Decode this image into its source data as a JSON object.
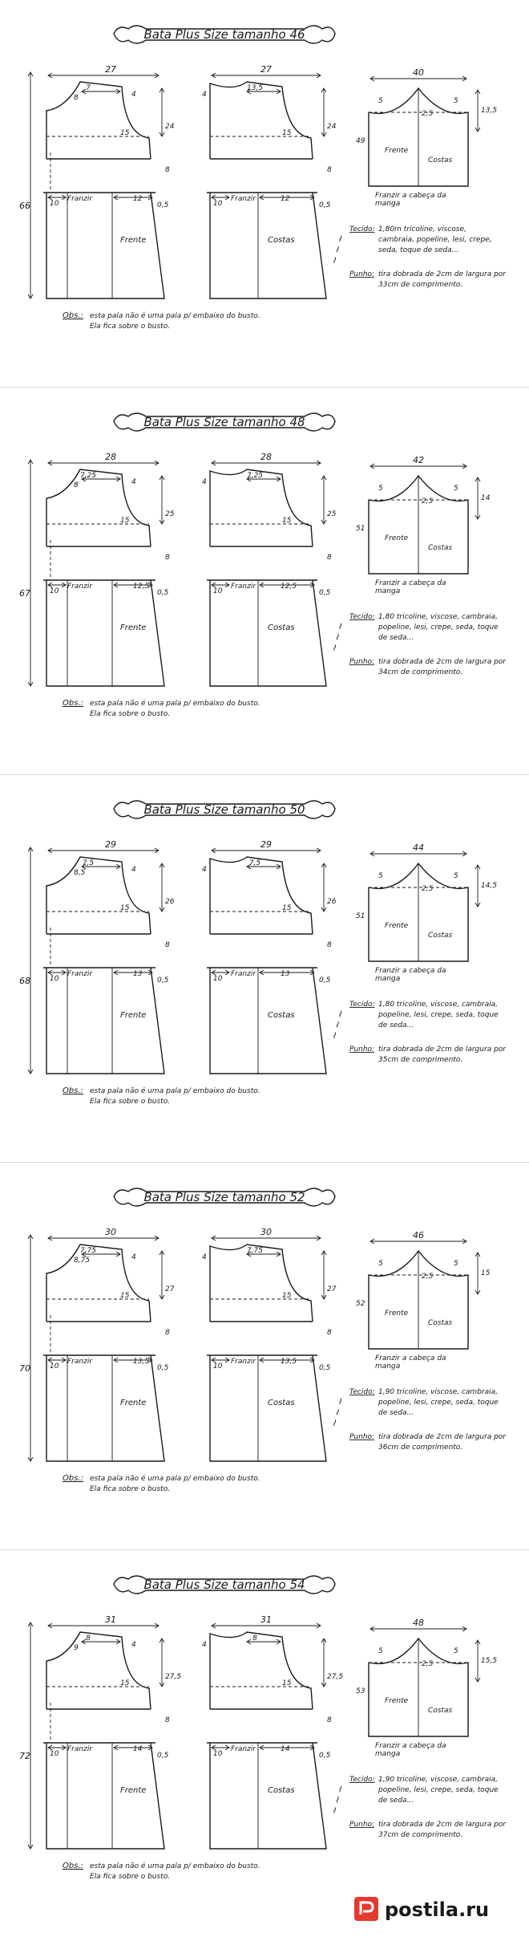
{
  "labels": {
    "franzir": "Franzir",
    "frente": "Frente",
    "costas": "Costas",
    "franzir_cabeca": "Franzir a cabeça da manga",
    "obs_label": "Obs.:",
    "obs_text": "esta pala não é uma pala p/ embaixo do busto. Ela fica sobre o busto.",
    "tecido_label": "Tecido:",
    "punho_label": "Punho:"
  },
  "sizes": [
    {
      "title": "Bata Plus Size tamanho 46",
      "width": "27",
      "neck_w": "7",
      "neck_w_back": "13,5",
      "neck_d": "8",
      "shoulder": "4",
      "armhole": "24",
      "armhole_diag": "15",
      "side_drop": "8",
      "pala_front": "10",
      "pala_back": "10",
      "bust_front": "12",
      "bust_back": "12",
      "hem_flare": "0,5",
      "length": "66",
      "sleeve_width": "40",
      "sleeve_h": "49",
      "cap": "13,5",
      "cap_off": "5",
      "cap_mid": "2,5",
      "fabric": "1,80m tricoline, viscose, cambraia, popeline, lesi, crepe, seda, toque de seda...",
      "cuff": "tira dobrada de 2cm de largura por 33cm de comprimento."
    },
    {
      "title": "Bata Plus Size tamanho 48",
      "width": "28",
      "neck_w": "7,25",
      "neck_w_back": "7,25",
      "neck_d": "8",
      "shoulder": "4",
      "armhole": "25",
      "armhole_diag": "15",
      "side_drop": "8",
      "pala_front": "10",
      "pala_back": "10",
      "bust_front": "12,5",
      "bust_back": "12,5",
      "hem_flare": "0,5",
      "length": "67",
      "sleeve_width": "42",
      "sleeve_h": "51",
      "cap": "14",
      "cap_off": "5",
      "cap_mid": "2,5",
      "fabric": "1,80 tricoline, viscose, cambraia, popeline, lesi, crepe, seda, toque de seda...",
      "cuff": "tira dobrada de 2cm de largura por 34cm de comprimento."
    },
    {
      "title": "Bata Plus Size tamanho 50",
      "width": "29",
      "neck_w": "7,5",
      "neck_w_back": "7,5",
      "neck_d": "8,5",
      "shoulder": "4",
      "armhole": "26",
      "armhole_diag": "15",
      "side_drop": "8",
      "pala_front": "10",
      "pala_back": "10",
      "bust_front": "13",
      "bust_back": "13",
      "hem_flare": "0,5",
      "length": "68",
      "sleeve_width": "44",
      "sleeve_h": "51",
      "cap": "14,5",
      "cap_off": "5",
      "cap_mid": "2,5",
      "fabric": "1,80 tricoline, viscose, cambraia, popeline, lesi, crepe, seda, toque de seda...",
      "cuff": "tira dobrada de 2cm de largura por 35cm de comprimento."
    },
    {
      "title": "Bata Plus Size tamanho 52",
      "width": "30",
      "neck_w": "7,75",
      "neck_w_back": "7,75",
      "neck_d": "8,75",
      "shoulder": "4",
      "armhole": "27",
      "armhole_diag": "15",
      "side_drop": "8",
      "pala_front": "10",
      "pala_back": "10",
      "bust_front": "13,5",
      "bust_back": "13,5",
      "hem_flare": "0,5",
      "length": "70",
      "sleeve_width": "46",
      "sleeve_h": "52",
      "cap": "15",
      "cap_off": "5",
      "cap_mid": "2,5",
      "fabric": "1,90 tricoline, viscose, cambraia, popeline, lesi, crepe, seda, toque de seda...",
      "cuff": "tira dobrada de 2cm de largura por 36cm de comprimento."
    },
    {
      "title": "Bata Plus Size tamanho 54",
      "width": "31",
      "neck_w": "8",
      "neck_w_back": "8",
      "neck_d": "9",
      "shoulder": "4",
      "armhole": "27,5",
      "armhole_diag": "15",
      "side_drop": "8",
      "pala_front": "10",
      "pala_back": "10",
      "bust_front": "14",
      "bust_back": "14",
      "hem_flare": "0,5",
      "length": "72",
      "sleeve_width": "48",
      "sleeve_h": "53",
      "cap": "15,5",
      "cap_off": "5",
      "cap_mid": "2,5",
      "fabric": "1,90 tricoline, viscose, cambraia, popeline, lesi, crepe, seda, toque de seda...",
      "cuff": "tira dobrada de 2cm de largura por 37cm de comprimento."
    }
  ],
  "footer": {
    "logo_text": "postila.ru"
  },
  "colors": {
    "ink": "#1a1a1a",
    "logo_text": "#e23b2e",
    "logo_dark": "#2b2b2b"
  }
}
